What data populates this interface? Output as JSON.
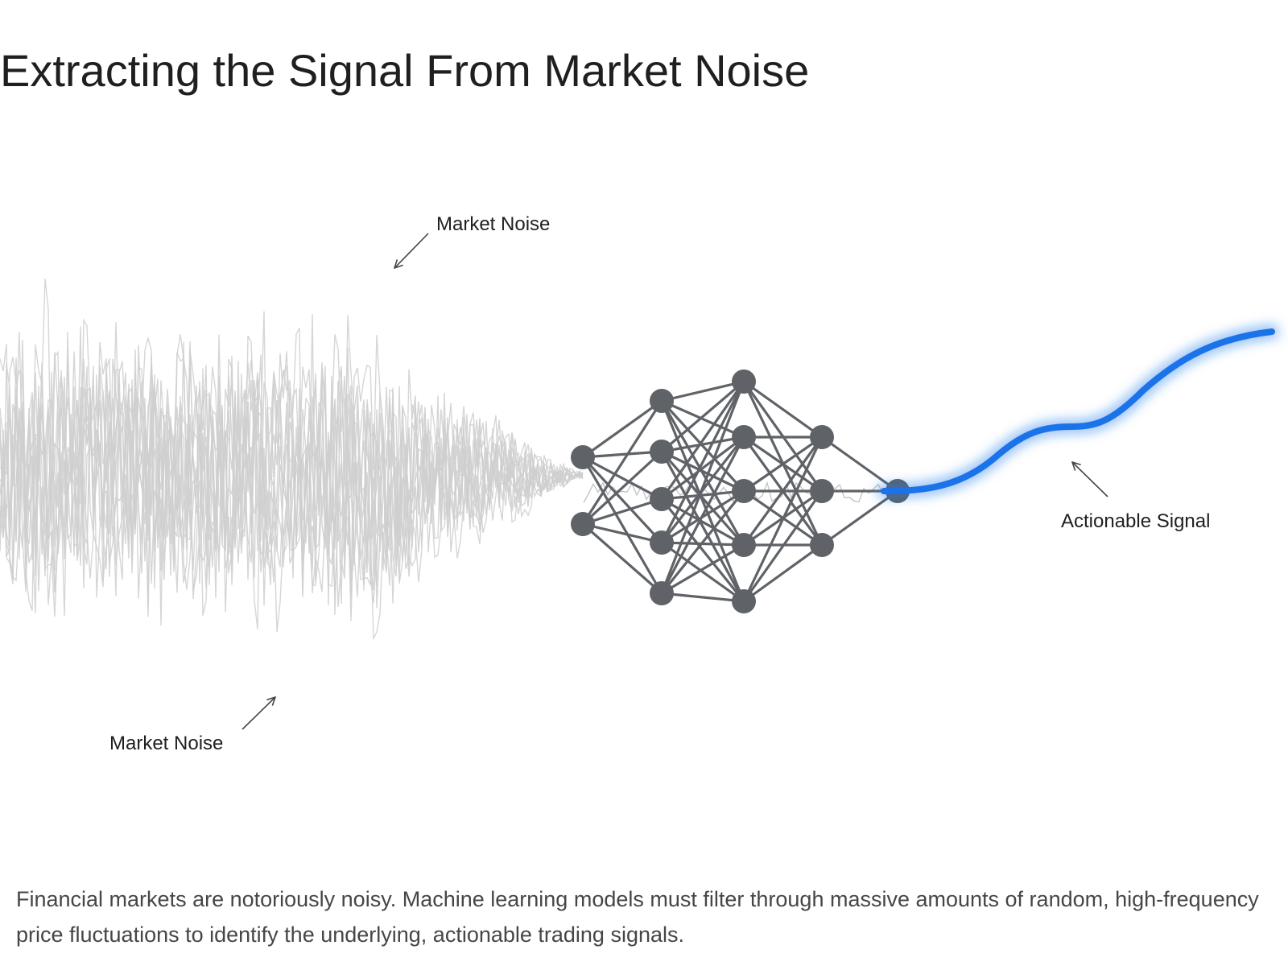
{
  "title": "Extracting the Signal From Market Noise",
  "labels": {
    "noise_top": "Market Noise",
    "noise_bottom": "Market Noise",
    "signal": "Actionable Signal"
  },
  "caption": "Financial markets are notoriously noisy. Machine learning models must filter through massive amounts of random, high-frequency price fluctuations to identify the underlying, actionable trading signals.",
  "colors": {
    "noise": "#cfcfcf",
    "network": "#5f6368",
    "signal": "#1a73e8",
    "text": "#1f1f1f",
    "caption": "#444746"
  },
  "icons": [
    "arrow-icon"
  ]
}
